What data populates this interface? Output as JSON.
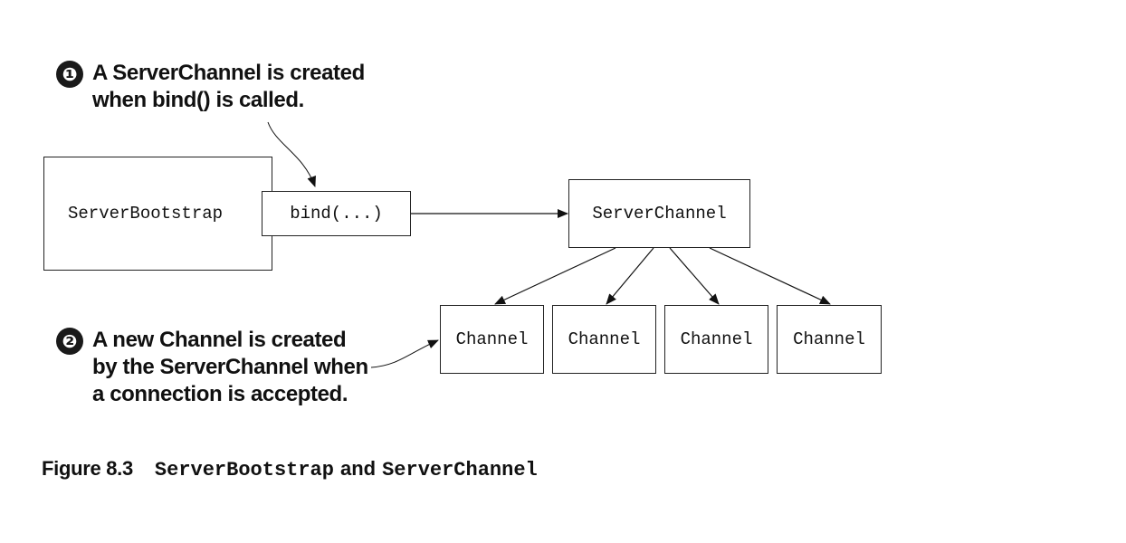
{
  "callouts": [
    {
      "number": "❶",
      "lines": [
        "A ServerChannel is created",
        "when bind() is called."
      ]
    },
    {
      "number": "❷",
      "lines": [
        "A new Channel is created",
        "by the ServerChannel when",
        "a connection is accepted."
      ]
    }
  ],
  "boxes": {
    "server_bootstrap": "ServerBootstrap",
    "bind": "bind(...)",
    "server_channel": "ServerChannel",
    "channels": [
      "Channel",
      "Channel",
      "Channel",
      "Channel"
    ]
  },
  "caption": {
    "label": "Figure 8.3",
    "code1": "ServerBootstrap",
    "connector": "and",
    "code2": "ServerChannel"
  }
}
